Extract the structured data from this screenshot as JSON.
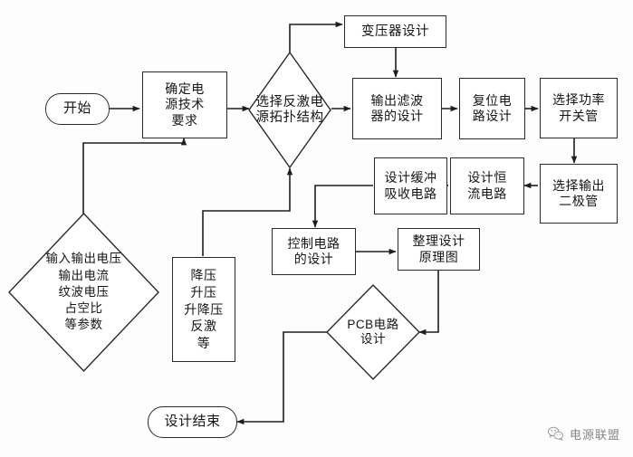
{
  "diagram": {
    "type": "flowchart",
    "title": "",
    "language": "zh-CN",
    "colors": {
      "background": "#fdfdfd",
      "node_fill": "#ffffff",
      "stroke": "#2a2a2a",
      "text": "#151515",
      "watermark_text": "#3a3a3a"
    },
    "nodes": {
      "start": {
        "label": "开始",
        "shape": "terminator"
      },
      "requirements": {
        "label": "确定电\n源技术\n要求",
        "shape": "rect"
      },
      "topology": {
        "label": "选择反激电\n源拓扑结构",
        "shape": "diamond"
      },
      "transformer": {
        "label": "变压器设计",
        "shape": "rect"
      },
      "output_filter": {
        "label": "输出滤波\n器的设计",
        "shape": "rect"
      },
      "reset_circuit": {
        "label": "复位电\n路设计",
        "shape": "rect"
      },
      "power_switch": {
        "label": "选择功率\n开关管",
        "shape": "rect"
      },
      "output_diode": {
        "label": "选择输出\n二极管",
        "shape": "rect"
      },
      "constant_current": {
        "label": "设计恒\n流电路",
        "shape": "rect"
      },
      "snubber": {
        "label": "设计缓冲\n吸收电路",
        "shape": "rect"
      },
      "control_circuit": {
        "label": "控制电路\n的设计",
        "shape": "rect"
      },
      "schematic": {
        "label": "整理设计\n原理图",
        "shape": "rect"
      },
      "pcb": {
        "label": "PCB电路\n设计",
        "shape": "diamond"
      },
      "parameters": {
        "label": "输入输出电压\n输出电流\n纹波电压\n占空比\n等参数",
        "shape": "diamond"
      },
      "topology_options": {
        "label": "降压\n升压\n升降压\n反激\n等",
        "shape": "rect"
      },
      "end": {
        "label": "设计结束",
        "shape": "terminator"
      }
    },
    "watermark": {
      "text": "电源联盟",
      "icon": "wechat-icon"
    }
  }
}
